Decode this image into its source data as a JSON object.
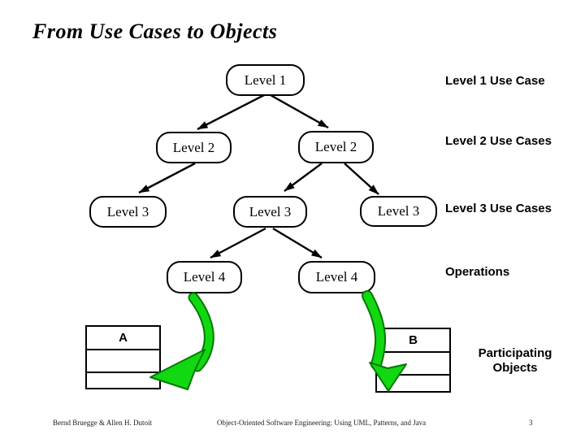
{
  "slide": {
    "title": "From Use Cases to Objects"
  },
  "tree": {
    "nodes": [
      {
        "id": "level1",
        "label": "Level 1"
      },
      {
        "id": "level2-left",
        "label": "Level 2"
      },
      {
        "id": "level2-right",
        "label": "Level 2"
      },
      {
        "id": "level3-left",
        "label": "Level 3"
      },
      {
        "id": "level3-mid",
        "label": "Level 3"
      },
      {
        "id": "level3-right",
        "label": "Level 3"
      },
      {
        "id": "level4-left",
        "label": "Level 4"
      },
      {
        "id": "level4-right",
        "label": "Level 4"
      }
    ]
  },
  "annotations": {
    "items": [
      {
        "text": "Level 1 Use Case"
      },
      {
        "text": "Level 2 Use Cases"
      },
      {
        "text": "Level 3 Use Cases"
      },
      {
        "text": "Operations"
      },
      {
        "text": "Participating Objects"
      }
    ]
  },
  "classes": [
    {
      "name": "A"
    },
    {
      "name": "B"
    }
  ],
  "footer": {
    "author": "Bernd Bruegge & Allen H. Dutoit",
    "book_title": "Object-Oriented Software Engineering: Using UML, Patterns, and Java",
    "page_number": "3"
  },
  "colors": {
    "ink": "#000000",
    "paper": "#ffffff",
    "arrow_green": "#12d812",
    "arrow_green_dark": "#067806"
  }
}
